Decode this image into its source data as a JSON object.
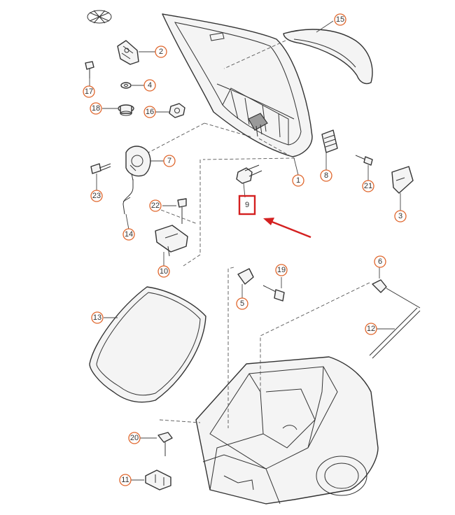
{
  "callouts": [
    {
      "id": "1",
      "label": "1"
    },
    {
      "id": "2",
      "label": "2"
    },
    {
      "id": "3",
      "label": "3"
    },
    {
      "id": "4",
      "label": "4"
    },
    {
      "id": "5",
      "label": "5"
    },
    {
      "id": "6",
      "label": "6"
    },
    {
      "id": "7",
      "label": "7"
    },
    {
      "id": "8",
      "label": "8"
    },
    {
      "id": "9",
      "label": "9"
    },
    {
      "id": "10",
      "label": "10"
    },
    {
      "id": "11",
      "label": "11"
    },
    {
      "id": "12",
      "label": "12"
    },
    {
      "id": "13",
      "label": "13"
    },
    {
      "id": "14",
      "label": "14"
    },
    {
      "id": "15",
      "label": "15"
    },
    {
      "id": "16",
      "label": "16"
    },
    {
      "id": "17",
      "label": "17"
    },
    {
      "id": "18",
      "label": "18"
    },
    {
      "id": "19",
      "label": "19"
    },
    {
      "id": "20",
      "label": "20"
    },
    {
      "id": "21",
      "label": "21"
    },
    {
      "id": "22",
      "label": "22"
    },
    {
      "id": "23",
      "label": "23"
    }
  ],
  "highlight": {
    "part": "9",
    "color": "#d42020"
  },
  "colors": {
    "callout_ring": "#e0662c",
    "line": "#333333",
    "highlight": "#d42020"
  },
  "icons": {
    "logo": "brand-logo-icon"
  }
}
